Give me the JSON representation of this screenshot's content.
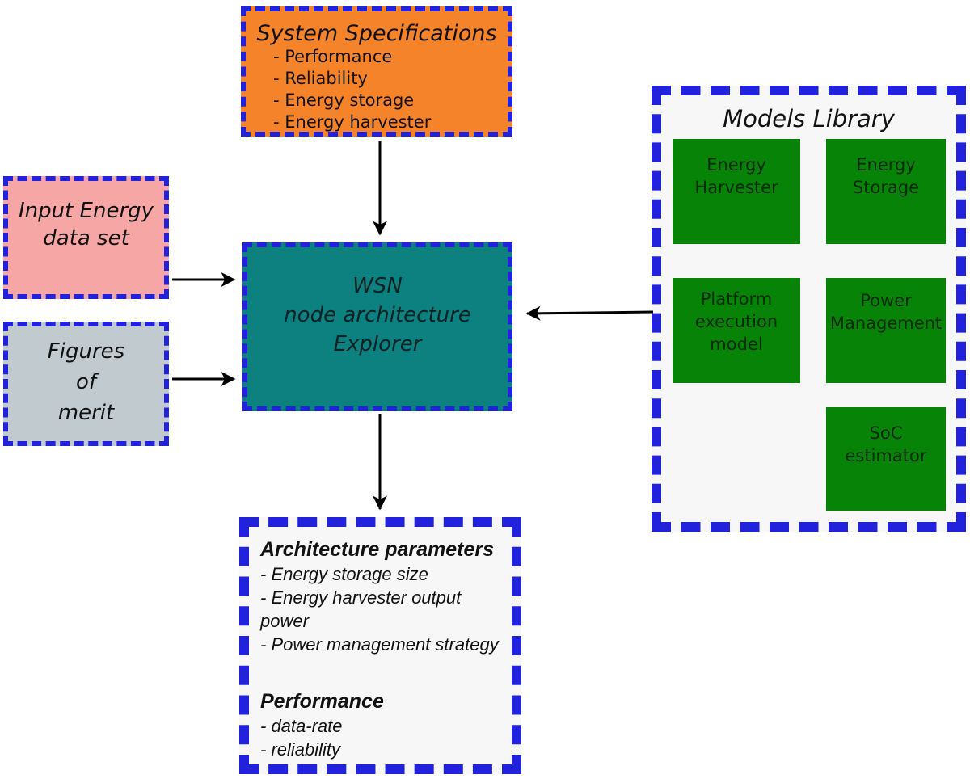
{
  "colors": {
    "border_blue": "#2222dd",
    "orange": "#f5832a",
    "pink": "#f7a6a6",
    "gray": "#c0cacf",
    "teal": "#0d8080",
    "green": "#078407",
    "panel": "#f7f7f7",
    "arrow_black": "#000000"
  },
  "system_specifications": {
    "title": "System Specifications",
    "items": [
      "- Performance",
      "- Reliability",
      "- Energy storage",
      "- Energy harvester"
    ]
  },
  "input_energy": {
    "label": "Input Energy\ndata set"
  },
  "figures_of_merit": {
    "label": "Figures\nof\nmerit"
  },
  "wsn_explorer": {
    "label": "WSN\nnode architecture\nExplorer"
  },
  "models_library": {
    "title": "Models Library",
    "models": {
      "energy_harvester": "Energy\nHarvester",
      "energy_storage": "Energy\nStorage",
      "platform_execution": "Platform\nexecution\nmodel",
      "power_management": "Power\nManagement",
      "soc_estimator": "SoC\nestimator"
    }
  },
  "outputs": {
    "architecture_heading": "Architecture parameters",
    "architecture_items": [
      "- Energy storage size",
      "- Energy harvester output power",
      "- Power management strategy"
    ],
    "performance_heading": "Performance",
    "performance_items": [
      "- data-rate",
      "- reliability"
    ]
  }
}
